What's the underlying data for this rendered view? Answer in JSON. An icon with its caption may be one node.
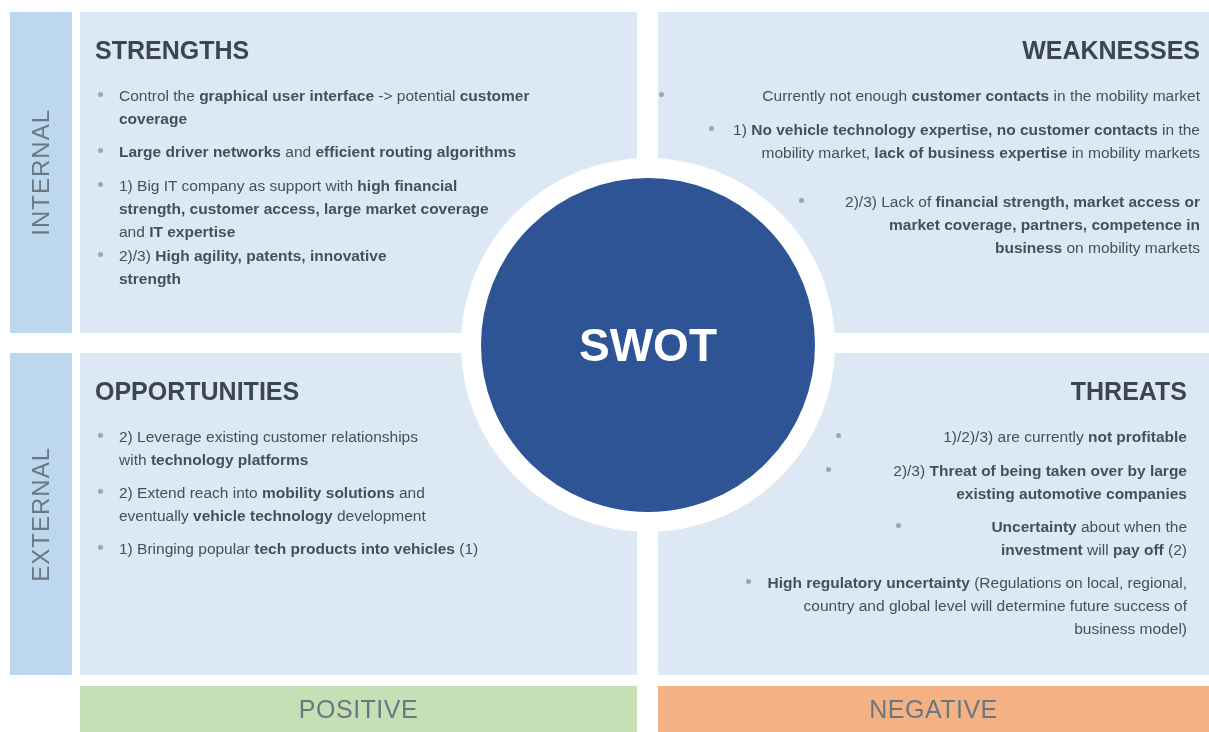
{
  "diagram": {
    "nodes": [
      {
        "text": [
          "INTERNAL"
        ]
      },
      {
        "text": [
          "STRENGTHS",
          "Control the **graphical user interface** -> potential **customer coverage**",
          "**Large driver networks** and **efficient routing algorithms**",
          "1) Big IT company as support with **high financial strength, customer access, large market coverage** and **IT expertise**",
          "2)/3) **High agility, patents, innovative strength**"
        ]
      },
      {
        "text": [
          "WEAKNESSES",
          "Currently not enough **customer contacts** in the mobility market",
          "1) **No vehicle technology expertise, no customer contacts** in the mobility market, **lack of business expertise** in mobility markets",
          "2)/3) Lack of **financial strength, market access or market coverage, partners, competence in business** on mobility markets"
        ]
      },
      {
        "text": [
          "SWOT"
        ]
      },
      {
        "text": [
          "EXTERNAL"
        ]
      },
      {
        "text": [
          "OPPORTUNITIES",
          "2) Leverage existing customer relationships with **technology platforms**",
          "2) Extend reach into **mobility solutions** and eventually **vehicle technology** development",
          "1) Bringing popular **tech products into vehicles** (1)"
        ]
      },
      {
        "text": [
          "THREATS",
          "1)/2)/3) are currently **not profitable**",
          "2)/3) **Threat of being taken over by large existing automotive companies**",
          "**Uncertainty** about when the **investment** will **pay off** (2)",
          "**High regulatory uncertainty** (Regulations on local, regional, country and global level will determine future success of business model)"
        ]
      },
      {
        "text": [
          "POSITIVE"
        ]
      },
      {
        "text": [
          "NEGATIVE"
        ]
      }
    ],
    "edges": []
  }
}
